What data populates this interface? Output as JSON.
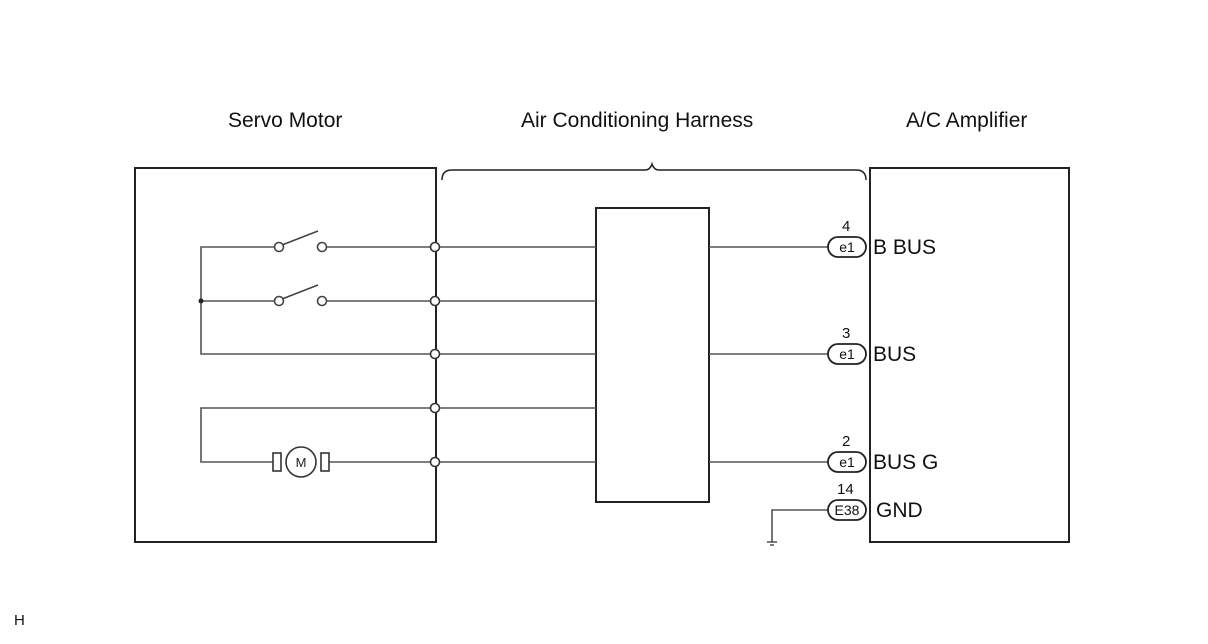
{
  "sections": {
    "servo_motor": "Servo Motor",
    "harness": "Air Conditioning Harness",
    "amplifier": "A/C Amplifier"
  },
  "pins": [
    {
      "number": "4",
      "connector": "e1",
      "name": "B BUS"
    },
    {
      "number": "3",
      "connector": "e1",
      "name": "BUS"
    },
    {
      "number": "2",
      "connector": "e1",
      "name": "BUS G"
    },
    {
      "number": "14",
      "connector": "E38",
      "name": "GND"
    }
  ],
  "motor_label": "M",
  "footer_code": "H"
}
